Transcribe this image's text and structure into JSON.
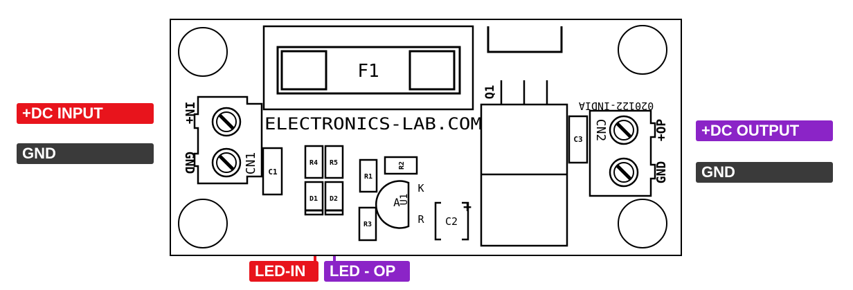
{
  "labels": {
    "dc_input": "+DC INPUT",
    "gnd_left": "GND",
    "dc_output": "+DC OUTPUT",
    "gnd_right": "GND",
    "led_in": "LED-IN",
    "led_op": "LED - OP"
  },
  "silkscreen": {
    "fuse": "F1",
    "brand": "ELECTRONICS-LAB.COM",
    "code": "020122-INDIA",
    "q1": "Q1",
    "in_plus": "IN+",
    "gnd_in": "GND",
    "cn1": "CN1",
    "c1": "C1",
    "r4": "R4",
    "r5": "R5",
    "d1": "D1",
    "d2": "D2",
    "r1": "R1",
    "r2": "R2",
    "r3": "R3",
    "u1": "U1",
    "a": "A",
    "k": "K",
    "r_pin": "R",
    "c2": "C2",
    "c2_plus": "+",
    "c3": "C3",
    "cn2": "CN2",
    "op_plus": "+OP",
    "gnd_out": "GND"
  },
  "colors": {
    "red": "#e8141c",
    "purple": "#8b24c7",
    "gray": "#3a3a3a",
    "board": "#000000"
  }
}
